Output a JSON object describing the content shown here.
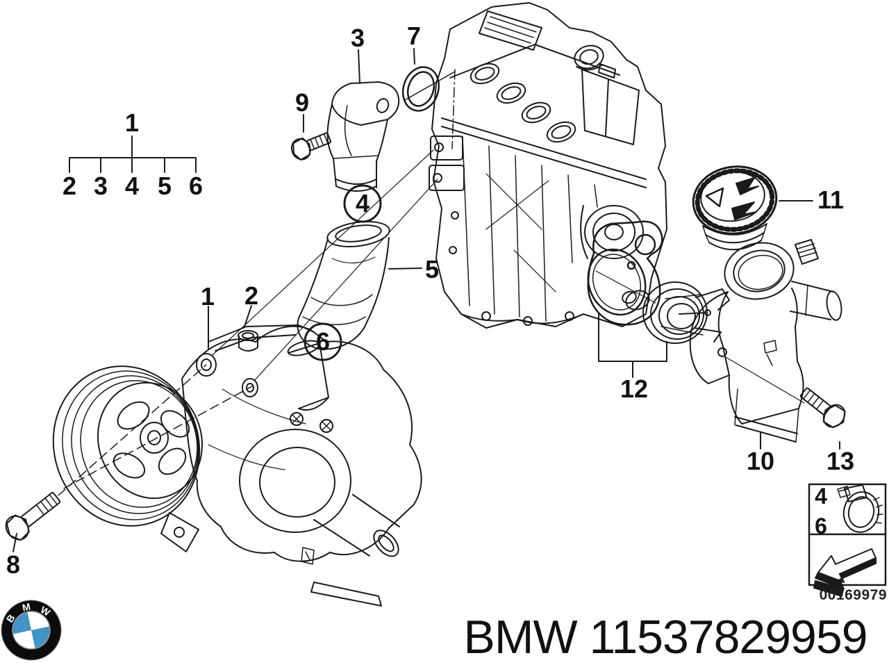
{
  "page": {
    "background": "#ffffff",
    "line_color": "#1a1a1a",
    "logo_blue": "#4493c6"
  },
  "header_tree": {
    "parent": "1",
    "children": [
      "2",
      "3",
      "4",
      "5",
      "6"
    ]
  },
  "parts": {
    "p1_pump": "1",
    "p2_bushing": "2",
    "p3_connection": "3",
    "p4_clamp": "4",
    "p5_hose": "5",
    "p6_clamp": "6",
    "p7_oring": "7",
    "p8_bolt": "8",
    "p9_bolt": "9",
    "p10_housing": "10",
    "p11_cap": "11",
    "p12_thermostat": "12",
    "p13_bolt": "13"
  },
  "legend": {
    "row1": "4",
    "row2": "6"
  },
  "diagram_code": "00169979",
  "footer": {
    "title": "BMW 11537829959"
  },
  "logo": {
    "letter_b": "B",
    "letter_m": "M",
    "letter_w": "W"
  }
}
